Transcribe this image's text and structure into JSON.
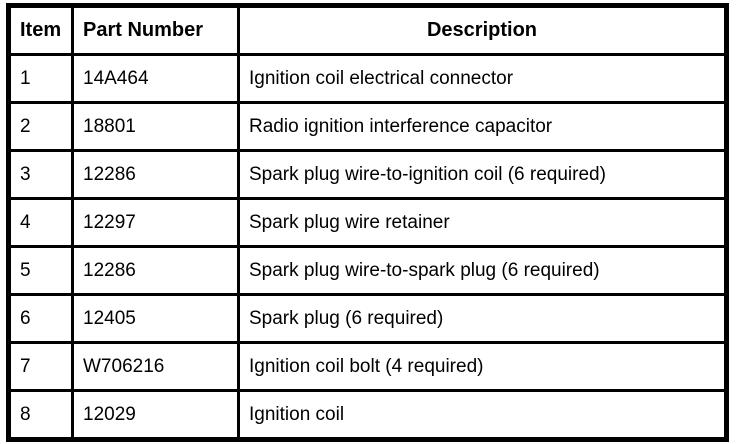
{
  "colors": {
    "border": "#000000",
    "background": "#ffffff",
    "text": "#000000"
  },
  "table": {
    "headers": {
      "item": "Item",
      "part_number": "Part Number",
      "description": "Description"
    },
    "rows": [
      {
        "item": "1",
        "part_number": "14A464",
        "description": "Ignition coil electrical connector"
      },
      {
        "item": "2",
        "part_number": "18801",
        "description": "Radio ignition interference capacitor"
      },
      {
        "item": "3",
        "part_number": "12286",
        "description": "Spark plug wire-to-ignition coil (6 required)"
      },
      {
        "item": "4",
        "part_number": "12297",
        "description": "Spark plug wire retainer"
      },
      {
        "item": "5",
        "part_number": "12286",
        "description": "Spark plug wire-to-spark plug (6 required)"
      },
      {
        "item": "6",
        "part_number": "12405",
        "description": "Spark plug (6 required)"
      },
      {
        "item": "7",
        "part_number": "W706216",
        "description": "Ignition coil bolt (4 required)"
      },
      {
        "item": "8",
        "part_number": "12029",
        "description": "Ignition coil"
      }
    ]
  }
}
